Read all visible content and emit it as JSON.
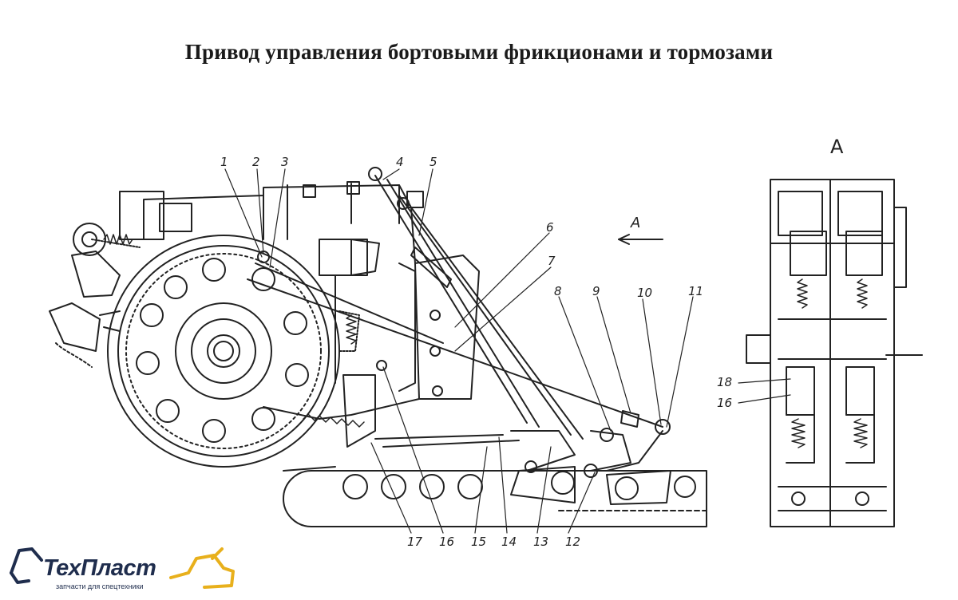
{
  "title": "Привод управления бортовыми фрикционами и тормозами",
  "view_label": "А",
  "arrow_label": "А",
  "callouts": [
    "1",
    "2",
    "3",
    "4",
    "5",
    "6",
    "7",
    "8",
    "9",
    "10",
    "11",
    "12",
    "13",
    "14",
    "15",
    "16",
    "17"
  ],
  "detail_callouts": [
    "18",
    "16"
  ],
  "logo": {
    "name": "ТехПласт",
    "tagline": "запчасти для спецтехники"
  }
}
